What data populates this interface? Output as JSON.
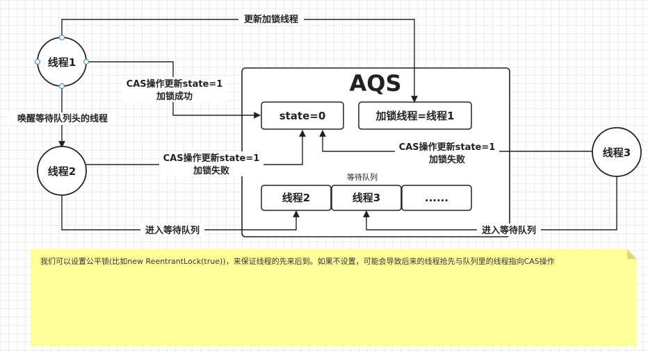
{
  "nodes": {
    "thread1": "线程1",
    "thread2": "线程2",
    "thread3": "线程3",
    "aqs_title": "AQS",
    "state": "state=0",
    "lock_thread": "加锁线程=线程1",
    "queue_title": "等待队列",
    "queue_items": [
      "线程2",
      "线程3",
      "......"
    ]
  },
  "edges": {
    "update_lock_thread": "更新加锁线程",
    "cas_success_line1": "CAS操作更新state=1",
    "cas_success_line2": "加锁成功",
    "wake_head": "唤醒等待队列头的线程",
    "cas_fail_t2_line1": "CAS操作更新state=1",
    "cas_fail_t2_line2": "加锁失败",
    "cas_fail_t3_line1": "CAS操作更新state=1",
    "cas_fail_t3_line2": "加锁失败",
    "enter_queue_t2": "进入等待队列",
    "enter_queue_t3": "进入等待队列"
  },
  "note": {
    "text": "我们可以设置公平锁(比如new ReentrantLock(true))，来保证线程的先来后到。如果不设置，可能会导致后来的线程抢先与队列里的线程指向CAS操作"
  },
  "colors": {
    "line": "#222222",
    "note_bg": "#ffff99",
    "port": "#4a90d9"
  }
}
